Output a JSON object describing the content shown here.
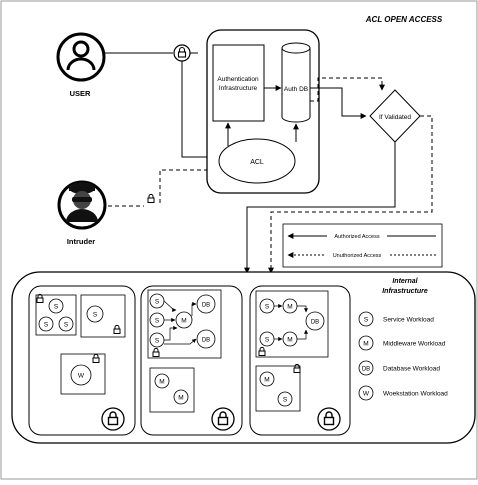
{
  "title": "ACL OPEN ACCESS",
  "actors": {
    "user": "USER",
    "intruder": "Intruder"
  },
  "acl_box": {
    "auth_infra_line1": "Authentication",
    "auth_infra_line2": "Infrastructure",
    "auth_db": "Auth DB",
    "acl": "ACL"
  },
  "decision": "If Validated",
  "legend_access": {
    "authorized": "Authorized Access",
    "unauthorized": "Unuthorized Access"
  },
  "internal": {
    "title_line1": "Internal",
    "title_line2": "Infrastructure"
  },
  "workload_symbols": {
    "service": "S",
    "middleware": "M",
    "database": "DB",
    "workstation": "W"
  },
  "workload_legend": [
    {
      "symbol": "S",
      "label": "Service Workload"
    },
    {
      "symbol": "M",
      "label": "Middleware Workload"
    },
    {
      "symbol": "DB",
      "label": "Database Workload"
    },
    {
      "symbol": "W",
      "label": "Woekstation Workload"
    }
  ]
}
